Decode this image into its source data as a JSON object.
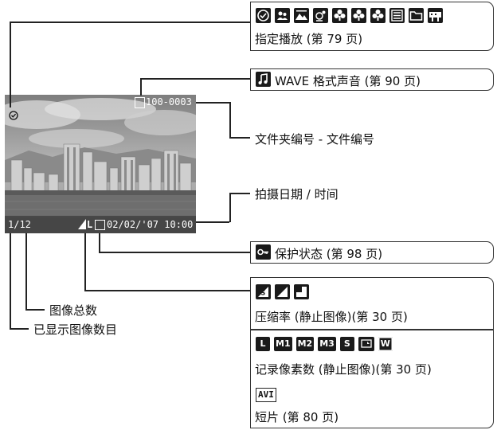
{
  "photo": {
    "file_number": "100-0003",
    "frame_count": "1/12",
    "date_time": "02/02/'07  10:00"
  },
  "callouts": {
    "playback": "指定播放 (第 79 页)",
    "wave": "WAVE 格式声音 (第 90 页)",
    "folder_file": "文件夹编号 - 文件编号",
    "date": "拍摄日期 / 时间",
    "protect": "保护状态 (第 98 页)",
    "compression": "压缩率 (静止图像)(第 30 页)",
    "pixels": "记录像素数 (静止图像)(第 30 页)",
    "movie": "短片 (第 80 页)",
    "total": "图像总数",
    "displayed": "已显示图像数目"
  },
  "icons": {
    "playback": [
      "clock-icon",
      "people-icon",
      "landscape-icon",
      "event-icon",
      "custom1-icon",
      "custom2-icon",
      "custom3-icon",
      "list-icon",
      "folder-icon",
      "movie-icon"
    ],
    "resolution": [
      "L",
      "M1",
      "M2",
      "M3",
      "S",
      "postcard",
      "W"
    ],
    "movie_label": "AVI"
  },
  "colors": {
    "sky": "#9a9a9a",
    "water": "#6a6a6a",
    "dark": "#1a1a1a"
  }
}
